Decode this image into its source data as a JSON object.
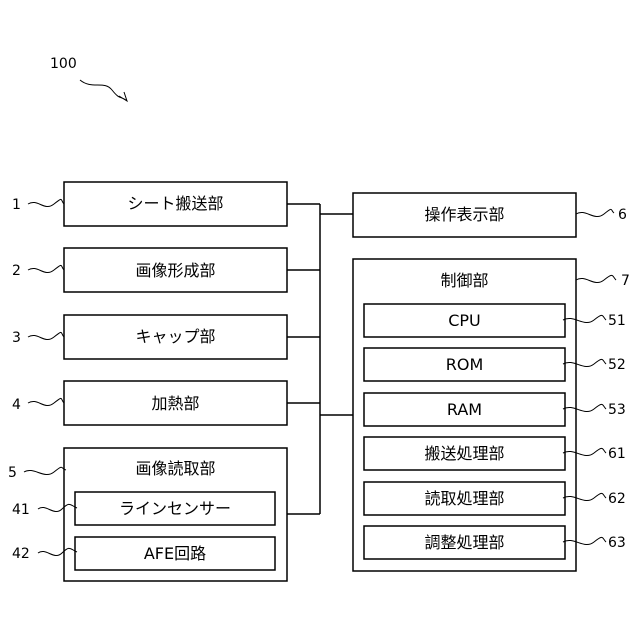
{
  "reference": "100",
  "left_blocks": [
    {
      "ref": "1",
      "label": "シート搬送部"
    },
    {
      "ref": "2",
      "label": "画像形成部"
    },
    {
      "ref": "3",
      "label": "キャップ部"
    },
    {
      "ref": "4",
      "label": "加熱部"
    }
  ],
  "reader": {
    "ref": "5",
    "label": "画像読取部",
    "children": [
      {
        "ref": "41",
        "label": "ラインセンサー"
      },
      {
        "ref": "42",
        "label": "AFE回路"
      }
    ]
  },
  "operation_display": {
    "ref": "6",
    "label": "操作表示部"
  },
  "controller": {
    "ref": "7",
    "label": "制御部",
    "children": [
      {
        "ref": "51",
        "label": "CPU"
      },
      {
        "ref": "52",
        "label": "ROM"
      },
      {
        "ref": "53",
        "label": "RAM"
      },
      {
        "ref": "61",
        "label": "搬送処理部"
      },
      {
        "ref": "62",
        "label": "読取処理部"
      },
      {
        "ref": "63",
        "label": "調整処理部"
      }
    ]
  }
}
